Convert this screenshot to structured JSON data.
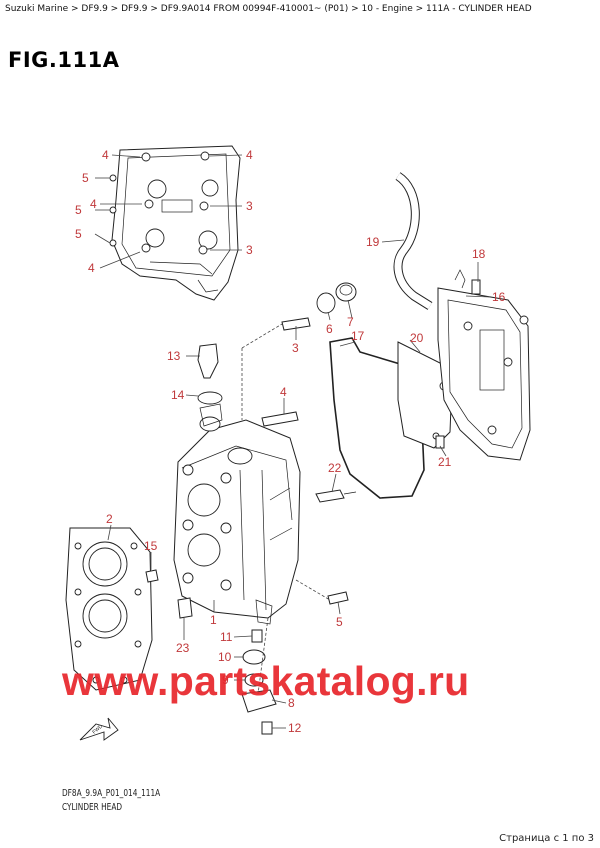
{
  "breadcrumb": "Suzuki Marine > DF9.9 > DF9.9 > DF9.9A014 FROM 00994F-410001~ (P01) > 10 - Engine > 111A - CYLINDER HEAD",
  "figure_title": "FIG.111A",
  "watermark": "www.partskatalog.ru",
  "drawing_code": "DF8A_9.9A_P01_014_111A",
  "drawing_caption": "CYLINDER HEAD",
  "fwd_label": "FWD",
  "pager": "Страница с 1 по 3",
  "callouts": [
    "1",
    "2",
    "3",
    "4",
    "5",
    "6",
    "7",
    "8",
    "9",
    "10",
    "11",
    "12",
    "13",
    "14",
    "15",
    "16",
    "17",
    "18",
    "19",
    "20",
    "21",
    "22",
    "23"
  ]
}
